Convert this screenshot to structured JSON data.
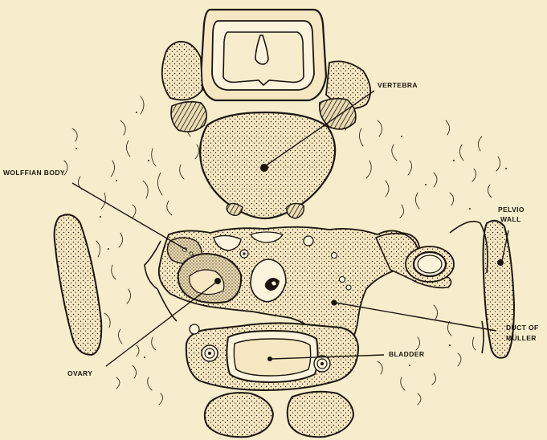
{
  "figure": {
    "background_color": "#f7edcc",
    "ink_color": "#1d150d"
  },
  "labels": {
    "vertebra": "VERTEBRA",
    "wolffian_body": "WOLFFIAN BODY",
    "pelvic_wall_line1": "PELVIO",
    "pelvic_wall_line2": "WALL",
    "duct_of_muller_line1": "DUCT OF",
    "duct_of_muller_line2": "MÜLLER",
    "bladder": "BLADDER",
    "ovary": "OVARY"
  }
}
